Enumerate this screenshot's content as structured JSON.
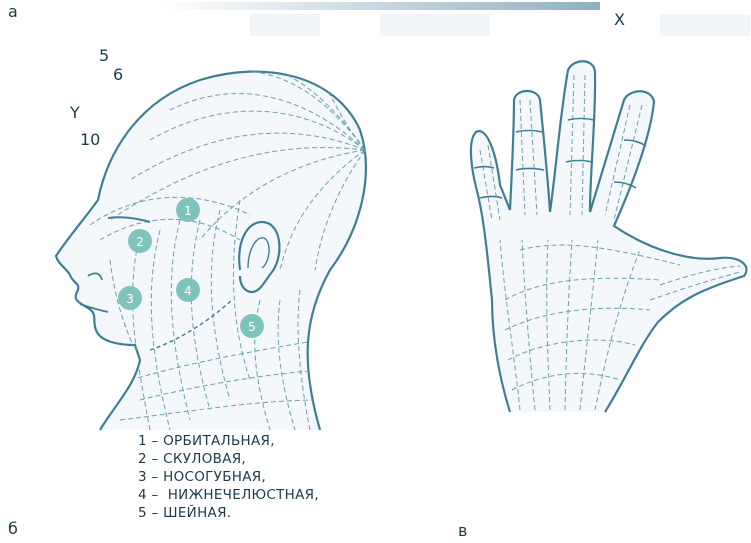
{
  "panels": {
    "a": "а",
    "b": "б",
    "v": "в"
  },
  "axes": {
    "x": "X",
    "y": "Y",
    "n5": "5",
    "n6": "6",
    "n10": "10"
  },
  "zones": [
    {
      "id": "1",
      "label": "1"
    },
    {
      "id": "2",
      "label": "2"
    },
    {
      "id": "3",
      "label": "3"
    },
    {
      "id": "4",
      "label": "4"
    },
    {
      "id": "5",
      "label": "5"
    }
  ],
  "legend": [
    "1 – ОРБИТАЛЬНАЯ,",
    "2 – СКУЛОВАЯ,",
    "3 – НОСОГУБНАЯ,",
    "4 –  НИЖНЕЧЕЛЮСТНАЯ,",
    "5 – ШЕЙНАЯ."
  ],
  "colors": {
    "line": "#3f7f94",
    "dash": "#6e9fb0",
    "marker": "#7fc3bc",
    "text": "#1d3a4a"
  }
}
